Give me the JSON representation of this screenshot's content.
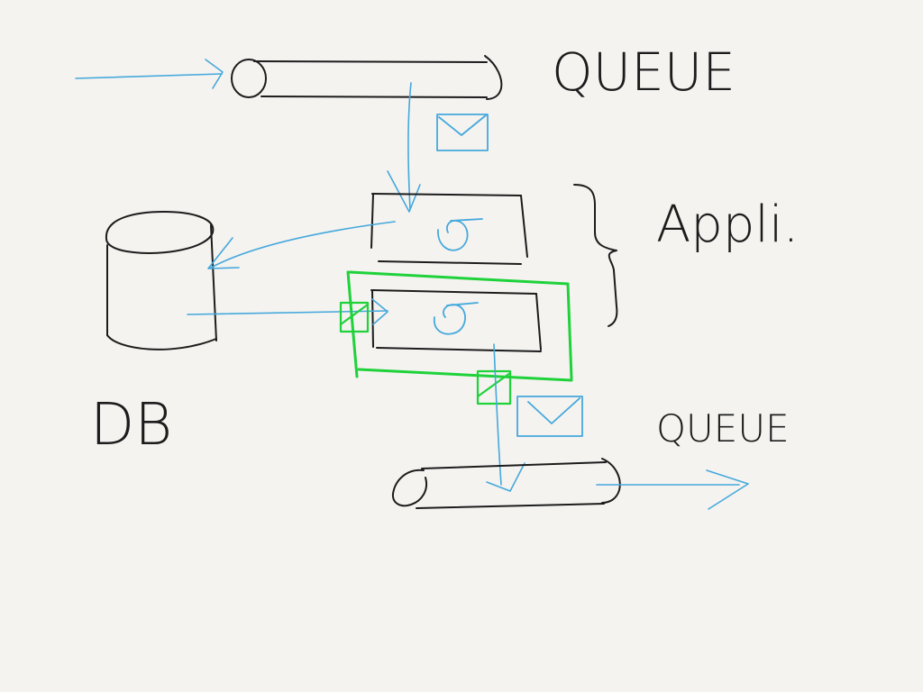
{
  "labels": {
    "queue_top": "QUEUE",
    "application": "Appli.",
    "db": "DB",
    "queue_bottom": "QUEUE"
  },
  "colors": {
    "background": "#f4f3f0",
    "ink": "#1c1c1c",
    "flow": "#45a8dc",
    "highlight": "#1fd23a"
  },
  "icons": {
    "message": "envelope-icon",
    "processor": "sigma-icon",
    "transaction": "checkbox-icon"
  }
}
